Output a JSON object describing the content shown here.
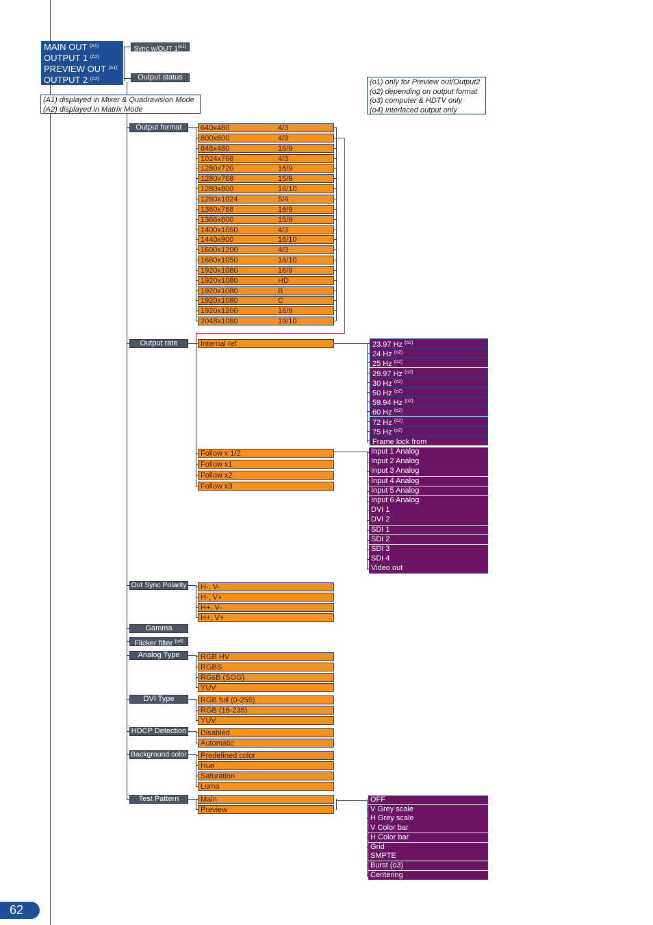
{
  "page_number": "62",
  "outputs": [
    {
      "label": "MAIN OUT",
      "sup": "(A1)"
    },
    {
      "label": "OUTPUT 1",
      "sup": "(A2)"
    },
    {
      "label": "PREVIEW OUT",
      "sup": "(A1)"
    },
    {
      "label": "OUTPUT 2",
      "sup": "(A2)"
    }
  ],
  "sync_out": {
    "label": "Sync w/OUT 1",
    "sup": "(o1)"
  },
  "output_status": "Output status",
  "mode_note": [
    "(A1) displayed in Mixer & Quadravision Mode",
    "(A2) displayed in Matrix Mode"
  ],
  "footnotes": [
    "(o1) only for Preview out/Output2",
    "(o2) depending on output format",
    "(o3) computer & HDTV only",
    "(o4) Interlaced output only"
  ],
  "menu": {
    "output_format": "Output format",
    "output_rate": "Output rate",
    "out_sync_polarity": "Out Sync Polarity",
    "gamma": "Gamma",
    "flicker_filter": "Flicker filter",
    "flicker_sup": "(o4)",
    "analog_type": "Analog Type",
    "dvi_type": "DVI Type",
    "hdcp_detection": "HDCP Detection",
    "background_color": "Background color",
    "test_pattern": "Test Pattern"
  },
  "formats": [
    {
      "res": "640x480",
      "ratio": "4/3"
    },
    {
      "res": "800x600",
      "ratio": "4/3"
    },
    {
      "res": "848x480",
      "ratio": "16/9"
    },
    {
      "res": "1024x768",
      "ratio": "4/3"
    },
    {
      "res": "1280x720",
      "ratio": "16/9"
    },
    {
      "res": "1280x768",
      "ratio": "15/9"
    },
    {
      "res": "1280x800",
      "ratio": "16/10"
    },
    {
      "res": "1280x1024",
      "ratio": "5/4"
    },
    {
      "res": "1360x768",
      "ratio": "16/9"
    },
    {
      "res": "1366x800",
      "ratio": "15/9"
    },
    {
      "res": "1400x1050",
      "ratio": "4/3"
    },
    {
      "res": "1440x900",
      "ratio": "16/10"
    },
    {
      "res": "1600x1200",
      "ratio": "4/3"
    },
    {
      "res": "1680x1050",
      "ratio": "16/10"
    },
    {
      "res": "1920x1080",
      "ratio": "16/9"
    },
    {
      "res": "1920x1080",
      "ratio": "HD"
    },
    {
      "res": "1920x1080",
      "ratio": "B"
    },
    {
      "res": "1920x1080",
      "ratio": "C"
    },
    {
      "res": "1920x1200",
      "ratio": "16/9"
    },
    {
      "res": "2048x1080",
      "ratio": "19/10"
    }
  ],
  "rate_options": [
    "Internal ref",
    "Follow x 1/2",
    "Follow x1",
    "Follow x2",
    "Follow x3"
  ],
  "rates": [
    {
      "label": "23.97 Hz",
      "sup": "(o2)"
    },
    {
      "label": "24 Hz",
      "sup": "(o2)"
    },
    {
      "label": "25 Hz",
      "sup": "(o2)"
    },
    {
      "label": "29.97 Hz",
      "sup": "(o2)"
    },
    {
      "label": "30 Hz",
      "sup": "(o2)"
    },
    {
      "label": "50 Hz",
      "sup": "(o2)"
    },
    {
      "label": "59.94 Hz",
      "sup": "(o2)"
    },
    {
      "label": "60 Hz",
      "sup": "(o2)"
    },
    {
      "label": "72 Hz",
      "sup": "(o2)"
    },
    {
      "label": "75 Hz",
      "sup": "(o2)"
    },
    {
      "label": "Frame lock from",
      "sup": ""
    }
  ],
  "follow_sources": [
    "Input 1 Analog",
    "Input 2 Analog",
    "Input 3 Analog",
    "Input 4 Analog",
    "Input 5 Analog",
    "Input 6 Analog",
    "DVI 1",
    "DVI 2",
    "SDI 1",
    "SDI 2",
    "SDI 3",
    "SDI 4",
    "Video out"
  ],
  "polarity": [
    "H-, V-",
    "H-, V+",
    "H+, V-",
    "H+, V+"
  ],
  "analog_types": [
    "RGB HV",
    "RGBS",
    "RGsB (SOG)",
    "YUV"
  ],
  "dvi_types": [
    "RGB full (0-255)",
    "RGB       (16-235)",
    "YUV"
  ],
  "hdcp": [
    "Disabled",
    "Automatic"
  ],
  "background": [
    "Predefined color",
    "Hue",
    "Saturation",
    "Luma"
  ],
  "test_targets": [
    "Main",
    "Preview"
  ],
  "test_patterns": [
    "OFF",
    "V Grey scale",
    "H Grey scale",
    "V Color bar",
    "H Color bar",
    "Grid",
    "SMPTE",
    "Burst (o3)",
    "Centering"
  ],
  "colors": {
    "blue": "#1d4f96",
    "grey": "#4b5665",
    "orange": "#f4901e",
    "purple": "#6d1366",
    "line": "#1d3e7e",
    "link_red": "#d42035"
  }
}
